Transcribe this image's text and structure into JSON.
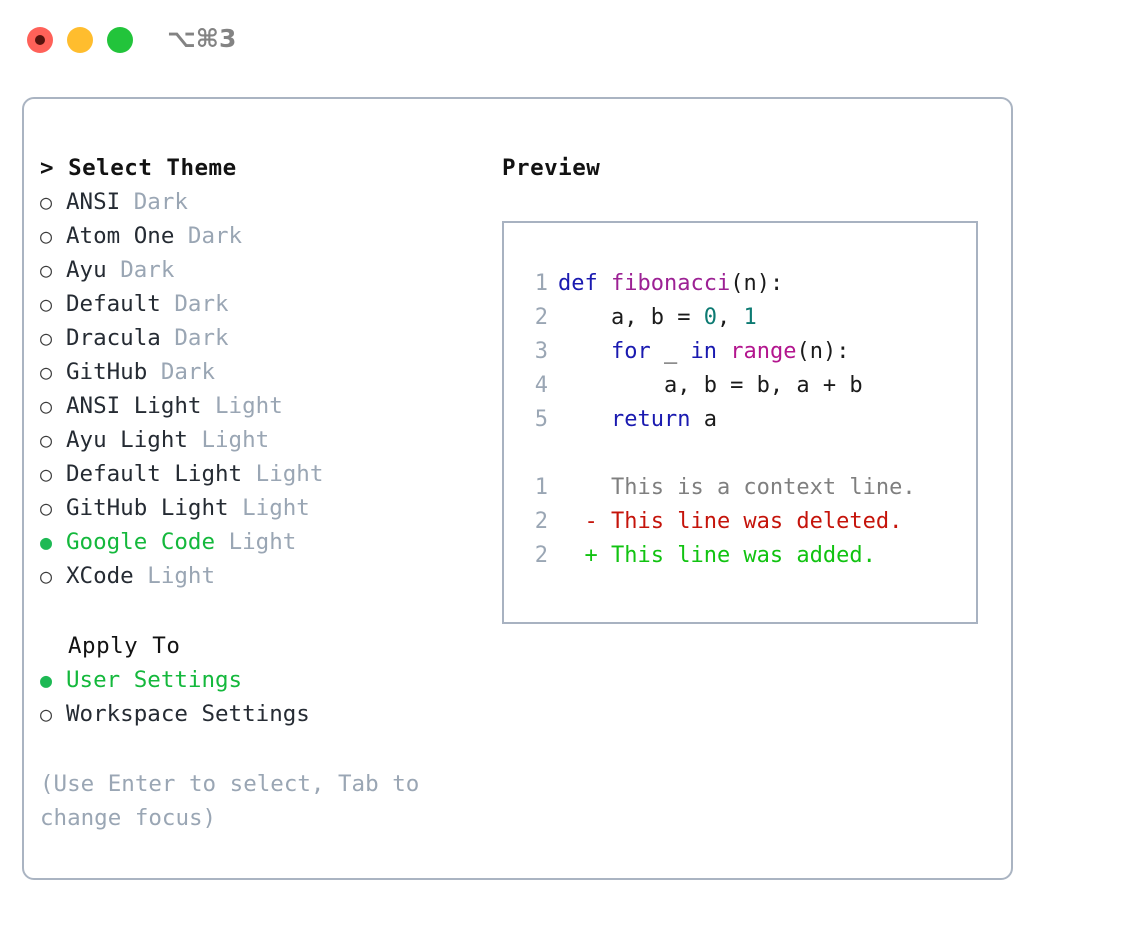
{
  "titlebar": {
    "shortcut": "⌥⌘3",
    "buttons": [
      {
        "name": "close",
        "color": "#ff6159"
      },
      {
        "name": "minimize",
        "color": "#ffbd2e"
      },
      {
        "name": "maximize",
        "color": "#22c43b"
      }
    ]
  },
  "theme_picker": {
    "prompt_caret": ">",
    "prompt_label": "Select Theme",
    "bullet_empty": "○",
    "bullet_filled": "●",
    "items": [
      {
        "name": "ANSI",
        "tag": "Dark",
        "selected": false
      },
      {
        "name": "Atom One",
        "tag": "Dark",
        "selected": false
      },
      {
        "name": "Ayu",
        "tag": "Dark",
        "selected": false
      },
      {
        "name": "Default",
        "tag": "Dark",
        "selected": false
      },
      {
        "name": "Dracula",
        "tag": "Dark",
        "selected": false
      },
      {
        "name": "GitHub",
        "tag": "Dark",
        "selected": false
      },
      {
        "name": "ANSI Light",
        "tag": "Light",
        "selected": false
      },
      {
        "name": "Ayu Light",
        "tag": "Light",
        "selected": false
      },
      {
        "name": "Default Light",
        "tag": "Light",
        "selected": false
      },
      {
        "name": "GitHub Light",
        "tag": "Light",
        "selected": false
      },
      {
        "name": "Google Code",
        "tag": "Light",
        "selected": true
      },
      {
        "name": "XCode",
        "tag": "Light",
        "selected": false
      }
    ]
  },
  "apply_to": {
    "label": "Apply To",
    "options": [
      {
        "name": "User Settings",
        "selected": true
      },
      {
        "name": "Workspace Settings",
        "selected": false
      }
    ]
  },
  "hint": "(Use Enter to select, Tab to change focus)",
  "preview": {
    "title": "Preview",
    "code_lines": [
      {
        "no": "1",
        "tokens": [
          {
            "t": "def ",
            "c": "tok-kw"
          },
          {
            "t": "fibonacci",
            "c": "tok-fn"
          },
          {
            "t": "(n):",
            "c": "tok-plain"
          }
        ]
      },
      {
        "no": "2",
        "tokens": [
          {
            "t": "    a, b = ",
            "c": "tok-plain"
          },
          {
            "t": "0",
            "c": "tok-num"
          },
          {
            "t": ", ",
            "c": "tok-plain"
          },
          {
            "t": "1",
            "c": "tok-num"
          }
        ]
      },
      {
        "no": "3",
        "tokens": [
          {
            "t": "    ",
            "c": "tok-plain"
          },
          {
            "t": "for",
            "c": "tok-kw"
          },
          {
            "t": " _ ",
            "c": "tok-plain"
          },
          {
            "t": "in",
            "c": "tok-kw"
          },
          {
            "t": " ",
            "c": "tok-plain"
          },
          {
            "t": "range",
            "c": "tok-call"
          },
          {
            "t": "(n):",
            "c": "tok-plain"
          }
        ]
      },
      {
        "no": "4",
        "tokens": [
          {
            "t": "        a, b = b, a + b",
            "c": "tok-plain"
          }
        ]
      },
      {
        "no": "5",
        "tokens": [
          {
            "t": "    ",
            "c": "tok-plain"
          },
          {
            "t": "return",
            "c": "tok-kw"
          },
          {
            "t": " a",
            "c": "tok-plain"
          }
        ]
      }
    ],
    "diff_lines": [
      {
        "no": "1",
        "marker": " ",
        "text": "This is a context line.",
        "kind": "diff-ctx"
      },
      {
        "no": "2",
        "marker": "-",
        "text": "This line was deleted.",
        "kind": "diff-del"
      },
      {
        "no": "2",
        "marker": "+",
        "text": "This line was added.",
        "kind": "diff-add"
      }
    ]
  }
}
